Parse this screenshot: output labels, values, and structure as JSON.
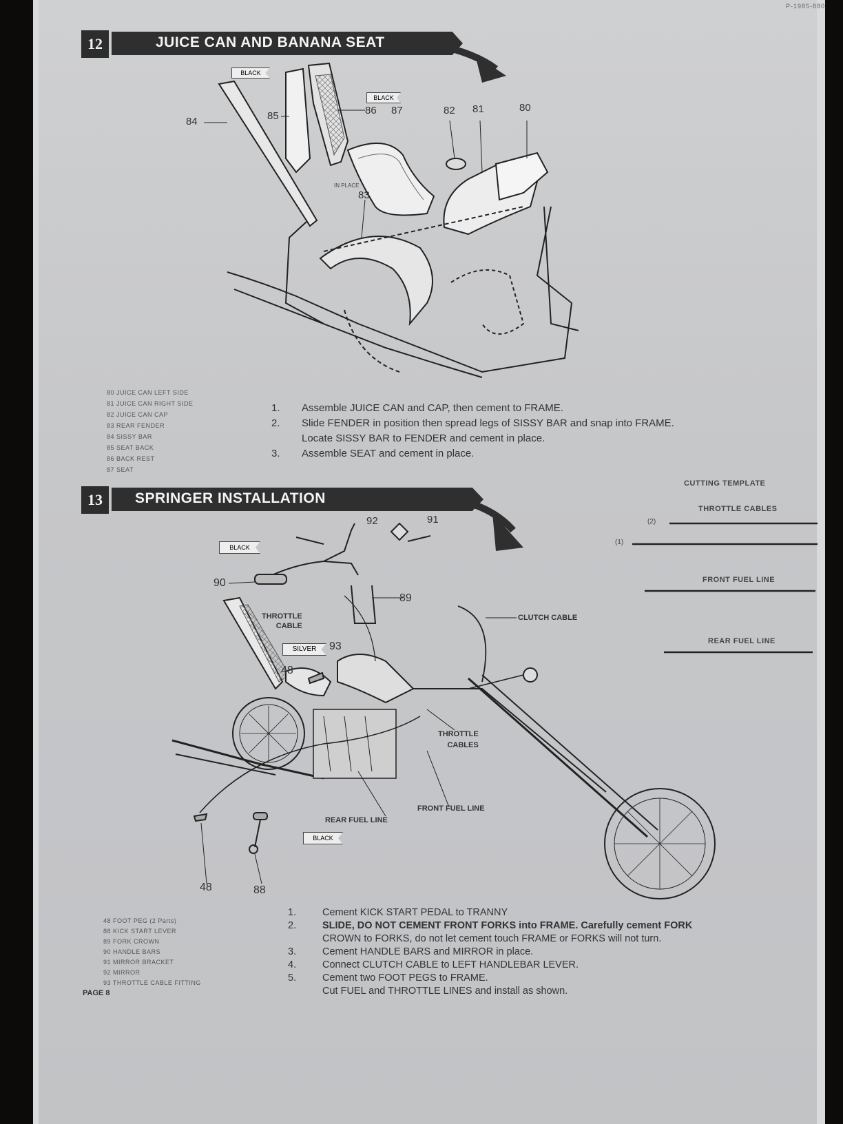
{
  "header": {
    "code": "P-1985-880"
  },
  "step12": {
    "number": "12",
    "title": "JUICE CAN AND BANANA SEAT",
    "callouts": {
      "black_top": "BLACK",
      "black_mid": "BLACK",
      "p84": "84",
      "p85": "85",
      "p86": "86",
      "p87": "87",
      "p82": "82",
      "p81": "81",
      "p80": "80",
      "in_place": "IN PLACE",
      "p83": "83"
    },
    "legend": [
      "80  JUICE CAN LEFT SIDE",
      "81  JUICE CAN RIGHT SIDE",
      "82  JUICE CAN CAP",
      "83  REAR FENDER",
      "84  SISSY BAR",
      "85  SEAT BACK",
      "86  BACK REST",
      "87  SEAT"
    ],
    "steps": [
      {
        "n": "1.",
        "text": "Assemble JUICE CAN and CAP, then cement to FRAME."
      },
      {
        "n": "2.",
        "text": "Slide FENDER in position then spread legs of SISSY BAR and snap into FRAME."
      },
      {
        "n": "",
        "text": "Locate SISSY BAR to FENDER and cement in place."
      },
      {
        "n": "3.",
        "text": "Assemble SEAT and cement in place."
      }
    ]
  },
  "step13": {
    "number": "13",
    "title": "SPRINGER INSTALLATION",
    "callouts": {
      "black_top": "BLACK",
      "p92": "92",
      "p91": "91",
      "p90": "90",
      "p89": "89",
      "throttle_cable": "THROTTLE\nCABLE",
      "clutch_cable": "CLUTCH CABLE",
      "silver": "SILVER",
      "p93": "93",
      "p48a": "48",
      "throttle_cables": "THROTTLE\nCABLES",
      "rear_fuel_line": "REAR FUEL LINE",
      "front_fuel_line": "FRONT FUEL LINE",
      "black_bottom": "BLACK",
      "p48b": "48",
      "p88": "88"
    },
    "legend": [
      "48  FOOT PEG (2 Parts)",
      "88  KICK START LEVER",
      "89  FORK CROWN",
      "90  HANDLE BARS",
      "91  MIRROR BRACKET",
      "92  MIRROR",
      "93  THROTTLE CABLE FITTING"
    ],
    "steps": [
      {
        "n": "1.",
        "text": "Cement KICK START PEDAL to TRANNY"
      },
      {
        "n": "2.",
        "text": "SLIDE, DO NOT CEMENT FRONT FORKS into FRAME. Carefully cement FORK"
      },
      {
        "n": "",
        "text": "CROWN to FORKS, do not let cement touch FRAME or FORKS will not turn."
      },
      {
        "n": "3.",
        "text": "Cement HANDLE BARS and MIRROR in place."
      },
      {
        "n": "4.",
        "text": "Connect CLUTCH CABLE to LEFT HANDLEBAR LEVER."
      },
      {
        "n": "5.",
        "text": "Cement two FOOT PEGS to FRAME."
      },
      {
        "n": "",
        "text": "Cut FUEL and THROTTLE LINES and install as shown."
      }
    ]
  },
  "template": {
    "title": "CUTTING TEMPLATE",
    "throttle_cables": "THROTTLE CABLES",
    "mark2": "(2)",
    "mark1": "(1)",
    "front_fuel_line": "FRONT FUEL LINE",
    "rear_fuel_line": "REAR FUEL LINE"
  },
  "footer": {
    "page": "PAGE 8"
  }
}
